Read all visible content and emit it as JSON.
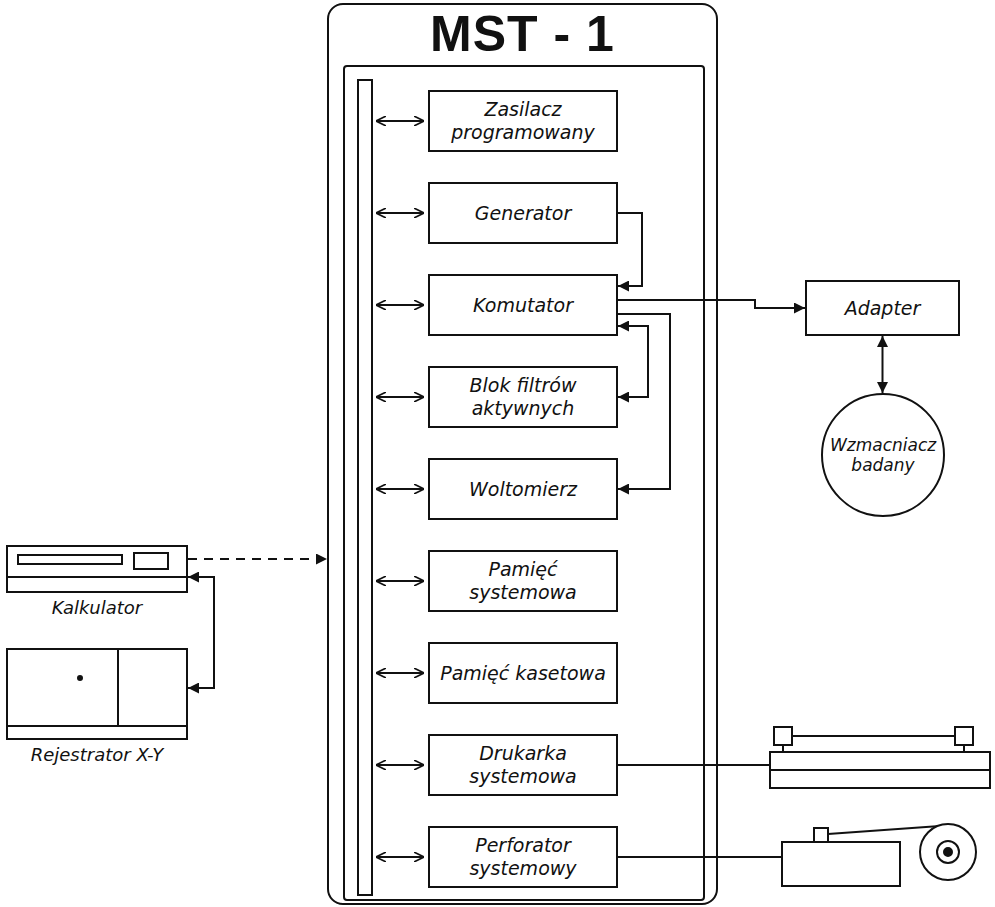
{
  "diagram": {
    "nodes": [
      {
        "text": [
          "MST - 1"
        ]
      },
      {
        "text": [
          "Zasilacz programowany"
        ],
        "in": 0
      },
      {
        "text": [
          "Generator"
        ],
        "in": 0
      },
      {
        "text": [
          "Komutator"
        ],
        "in": 0
      },
      {
        "text": [
          "Blok filtrów aktywnych"
        ],
        "in": 0
      },
      {
        "text": [
          "Woltomierz"
        ],
        "in": 0
      },
      {
        "text": [
          "Pamięć systemowa"
        ],
        "in": 0
      },
      {
        "text": [
          "Pamięć kasetowa"
        ],
        "in": 0
      },
      {
        "text": [
          "Drukarka systemowa"
        ],
        "in": 0
      },
      {
        "text": [
          "Perforator systemowy"
        ],
        "in": 0
      },
      {
        "text": [
          "Adapter"
        ]
      },
      {
        "text": [
          "Wzmacniacz badany"
        ]
      },
      {
        "text": [
          "Kalkulator"
        ]
      },
      {
        "text": [
          "Rejestrator X-Y"
        ]
      }
    ],
    "edges": [
      {
        "from": 2,
        "to": 3,
        "arrow": "to"
      },
      {
        "from": 3,
        "to": 10,
        "arrow": "to"
      },
      {
        "from": 10,
        "to": 11,
        "arrow": "both"
      },
      {
        "from": 3,
        "to": 4,
        "arrow": "both"
      },
      {
        "from": 3,
        "to": 5,
        "arrow": "to"
      },
      {
        "from": 12,
        "to": 0,
        "arrow": "to"
      },
      {
        "from": 12,
        "to": 13,
        "arrow": "both"
      }
    ]
  }
}
